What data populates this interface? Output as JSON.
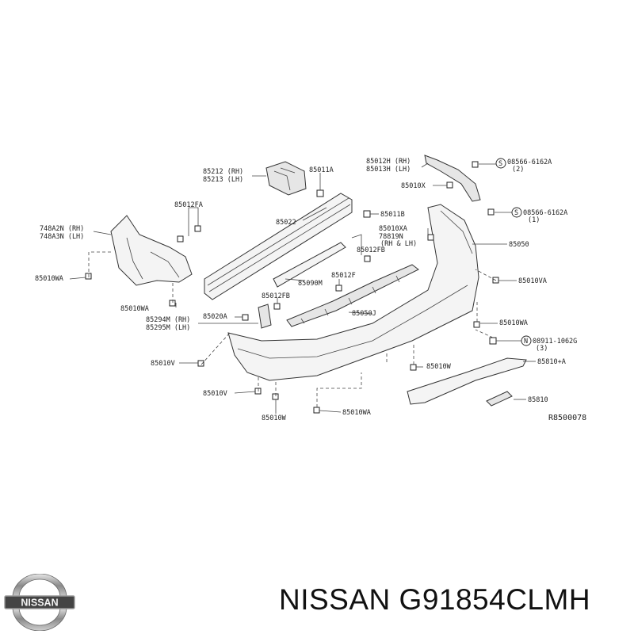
{
  "diagram_ref": "R8500078",
  "footer": {
    "brand_text": "NISSAN G91854CLMH",
    "logo_text": "NISSAN"
  },
  "labels": {
    "l85212": "85212 (RH)",
    "l85213": "85213 (LH)",
    "l85011A": "85011A",
    "l85012H": "85012H (RH)",
    "l85013H": "85013H (LH)",
    "l08566a": "08566-6162A",
    "l08566a_q": "(2)",
    "l85010X": "85010X",
    "l08566b": "08566-6162A",
    "l08566b_q": "(1)",
    "l85012FA": "85012FA",
    "l748A2N": "748A2N (RH)",
    "l748A3N": "748A3N (LH)",
    "l85022": "85022",
    "l85011B": "85011B",
    "l85010XA": "85010XA",
    "l78819N": "78819N",
    "l78819N_q": "(RH & LH)",
    "l85012FB_a": "85012FB",
    "l85050": "85050",
    "l85010WA_a": "85010WA",
    "l85090M": "85090M",
    "l85012F": "85012F",
    "l85010VA": "85010VA",
    "l85010WA_b": "85010WA",
    "l85012FB_b": "85012FB",
    "l85050J": "85050J",
    "l85020A": "85020A",
    "l85294M": "85294M (RH)",
    "l85295M": "85295M (LH)",
    "l85010WA_c": "85010WA",
    "l08911": "08911-1062G",
    "l08911_q": "(3)",
    "l85010V_a": "85010V",
    "l85010W_a": "85010W",
    "l85810A": "85810+A",
    "l85010V_b": "85010V",
    "l85810": "85810",
    "l85010W_b": "85010W",
    "l85010WA_d": "85010WA"
  },
  "icons": {
    "bolt_marker_s": "S",
    "bolt_marker_n": "N"
  }
}
